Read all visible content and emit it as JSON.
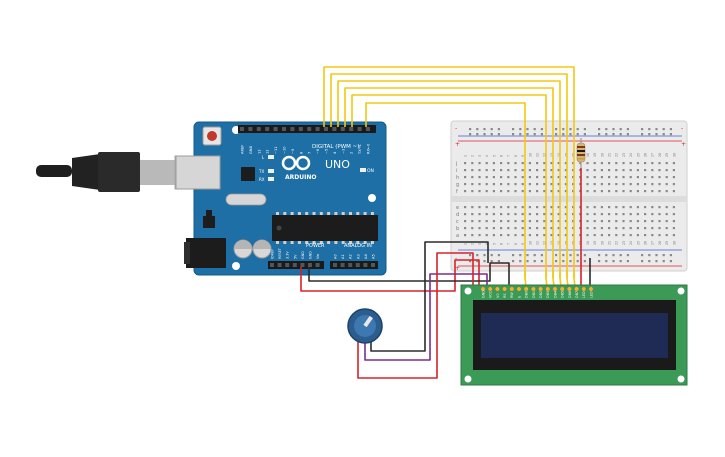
{
  "arduino": {
    "brand": "ARDUINO",
    "model": "UNO",
    "digital_label": "DIGITAL (PWM ~)",
    "power_label": "POWER",
    "analog_label": "ANALOG IN",
    "on_label": "ON",
    "tx_label": "TX",
    "rx_label": "RX",
    "l_label": "L",
    "top_pins": [
      "AREF",
      "GND",
      "13",
      "12",
      "~11",
      "~10",
      "~9",
      "8",
      "7",
      "~6",
      "~5",
      "4",
      "~3",
      "2",
      "TX→1",
      "RX←0"
    ],
    "power_pins": [
      "IOREF",
      "RESET",
      "3.3V",
      "5V",
      "GND",
      "GND",
      "Vin"
    ],
    "analog_pins": [
      "A0",
      "A1",
      "A2",
      "A3",
      "A4",
      "A5"
    ]
  },
  "breadboard": {
    "row_letters_top": [
      "a",
      "b",
      "c",
      "d",
      "e"
    ],
    "row_letters_bottom": [
      "f",
      "g",
      "h",
      "i",
      "j"
    ],
    "rail_plus": "+",
    "rail_minus": "-",
    "column_numbers": [
      "1",
      "2",
      "3",
      "4",
      "5",
      "6",
      "7",
      "8",
      "9",
      "10",
      "11",
      "12",
      "13",
      "14",
      "15",
      "16",
      "17",
      "18",
      "19",
      "20",
      "21",
      "22",
      "23",
      "24",
      "25",
      "26",
      "27",
      "28",
      "29",
      "30"
    ]
  },
  "lcd": {
    "pin_labels": [
      "GND",
      "VCC",
      "V0",
      "RS",
      "RW",
      "E",
      "DB0",
      "DB1",
      "DB2",
      "DB3",
      "DB4",
      "DB5",
      "DB6",
      "DB7",
      "LED",
      "LED"
    ]
  },
  "colors": {
    "board_blue": "#1d6fa5",
    "wire_yellow": "#f2c811",
    "wire_red": "#d8222a",
    "wire_black": "#2b2b2b",
    "wire_purple": "#7a2d8f",
    "lcd_green": "#3a9a56",
    "lcd_screen": "#1f2a55",
    "pot_blue": "#2b5d8f"
  }
}
